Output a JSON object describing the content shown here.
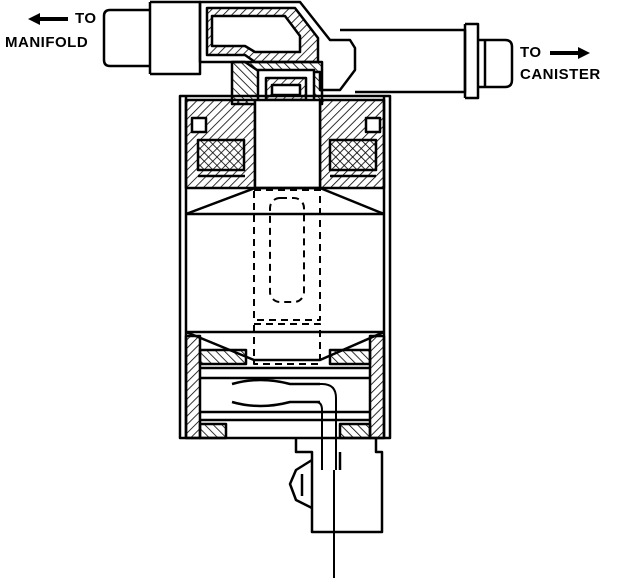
{
  "labels": {
    "manifold_line1": "TO",
    "manifold_line2": "MANIFOLD",
    "canister_line1": "TO",
    "canister_line2": "CANISTER"
  },
  "colors": {
    "ink": "#000000",
    "paper": "#ffffff"
  }
}
